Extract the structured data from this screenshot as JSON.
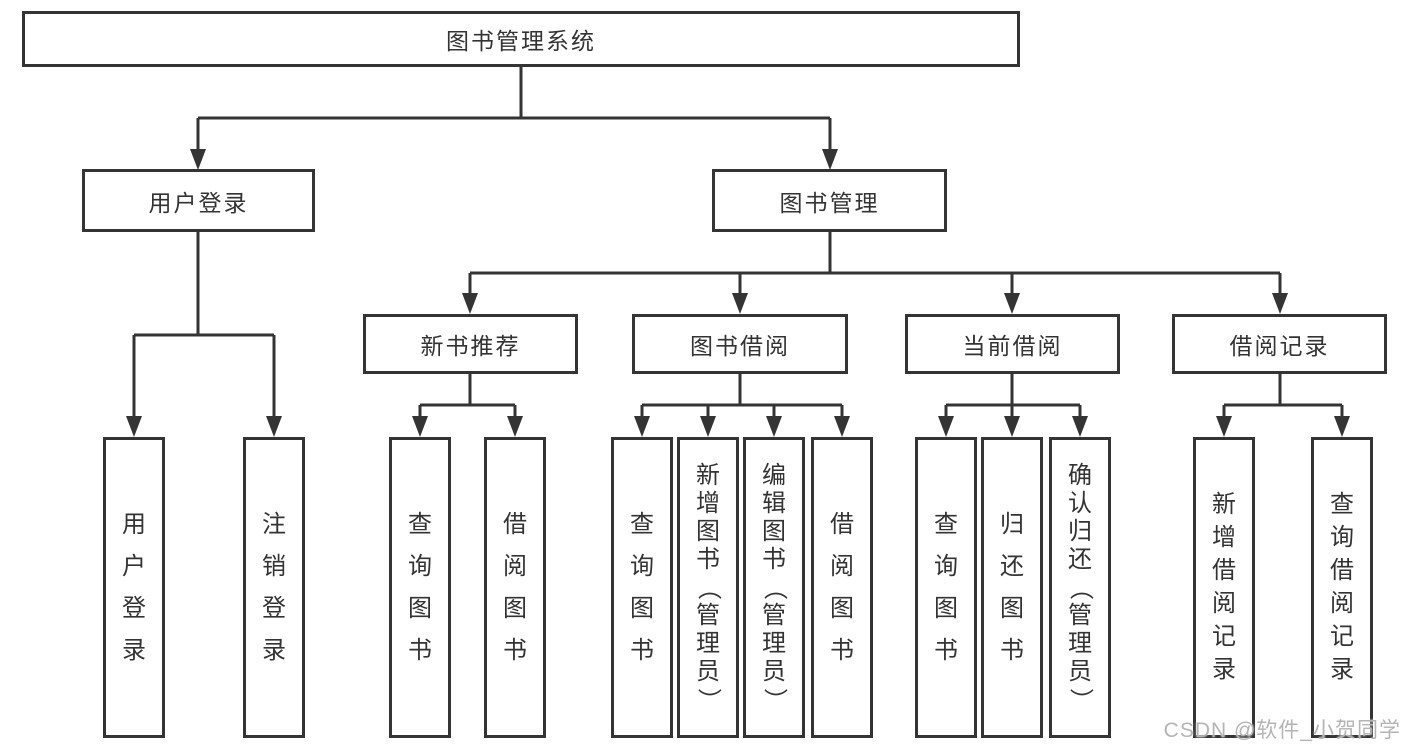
{
  "tree": {
    "root": {
      "label": "图书管理系统"
    },
    "branches": [
      {
        "label": "用户登录",
        "leaves": [
          {
            "label": "用户登录"
          },
          {
            "label": "注销登录"
          }
        ]
      },
      {
        "label": "图书管理",
        "sections": [
          {
            "label": "新书推荐",
            "leaves": [
              {
                "label": "查询图书"
              },
              {
                "label": "借阅图书"
              }
            ]
          },
          {
            "label": "图书借阅",
            "leaves": [
              {
                "label": "查询图书"
              },
              {
                "label": "新增图书（管理员）"
              },
              {
                "label": "编辑图书（管理员）"
              },
              {
                "label": "借阅图书"
              }
            ]
          },
          {
            "label": "当前借阅",
            "leaves": [
              {
                "label": "查询图书"
              },
              {
                "label": "归还图书"
              },
              {
                "label": "确认归还（管理员）"
              }
            ]
          },
          {
            "label": "借阅记录",
            "leaves": [
              {
                "label": "新增借阅记录"
              },
              {
                "label": "查询借阅记录"
              }
            ]
          }
        ]
      }
    ]
  },
  "watermark": {
    "text": "CSDN @软件_小贺同学"
  },
  "colors": {
    "line": "#343434",
    "box_border": "#343434",
    "text": "#333333",
    "watermark": "#b4b4b4",
    "background": "#ffffff"
  }
}
